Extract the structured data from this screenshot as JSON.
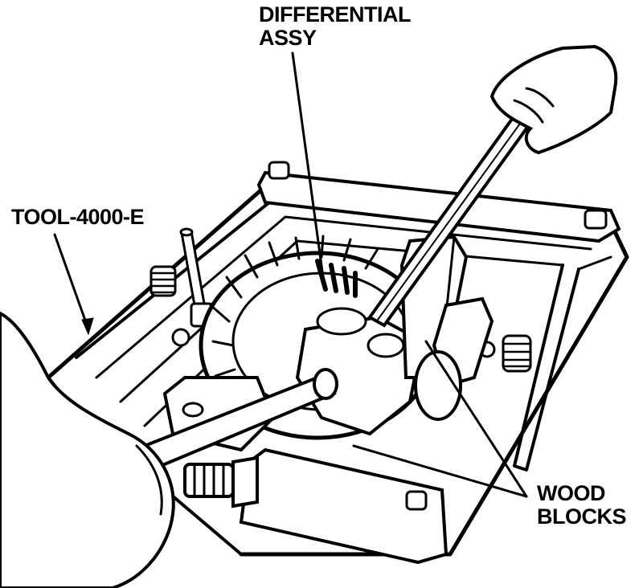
{
  "callouts": {
    "differential": {
      "line1": "DIFFERENTIAL",
      "line2": "ASSY"
    },
    "tool": {
      "text": "TOOL-4000-E"
    },
    "wood_blocks": {
      "line1": "WOOD",
      "line2": "BLOCKS"
    }
  },
  "colors": {
    "ink": "#000000",
    "paper": "#ffffff"
  }
}
